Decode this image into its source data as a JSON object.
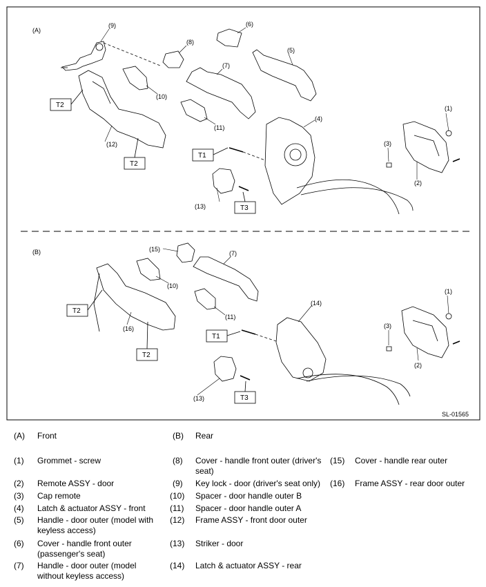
{
  "sections": {
    "front": "(A)",
    "rear": "(B)"
  },
  "figure_id": "SL-01565",
  "torque_tags": {
    "t1": "T1",
    "t2": "T2",
    "t3": "T3"
  },
  "callouts": {
    "c1": "(1)",
    "c2": "(2)",
    "c3": "(3)",
    "c4": "(4)",
    "c5": "(5)",
    "c6": "(6)",
    "c7": "(7)",
    "c8": "(8)",
    "c9": "(9)",
    "c10": "(10)",
    "c11": "(11)",
    "c12": "(12)",
    "c13": "(13)",
    "c14": "(14)",
    "c15": "(15)",
    "c16": "(16)"
  },
  "legend": [
    {
      "key": "(A)",
      "text": "Front"
    },
    {
      "key": "(B)",
      "text": "Rear"
    },
    {
      "key": "(1)",
      "text": "Grommet - screw"
    },
    {
      "key": "(2)",
      "text": "Remote ASSY - door"
    },
    {
      "key": "(3)",
      "text": "Cap remote"
    },
    {
      "key": "(4)",
      "text": "Latch & actuator ASSY - front"
    },
    {
      "key": "(5)",
      "text": "Handle - door outer (model with keyless access)"
    },
    {
      "key": "(6)",
      "text": "Cover - handle front outer (passenger's seat)"
    },
    {
      "key": "(7)",
      "text": "Handle - door outer (model without keyless access)"
    },
    {
      "key": "(8)",
      "text": "Cover - handle front outer (driver's seat)"
    },
    {
      "key": "(9)",
      "text": "Key lock - door (driver's seat only)"
    },
    {
      "key": "(10)",
      "text": "Spacer - door handle outer B"
    },
    {
      "key": "(11)",
      "text": "Spacer - door handle outer A"
    },
    {
      "key": "(12)",
      "text": "Frame ASSY - front door outer"
    },
    {
      "key": "(13)",
      "text": "Striker - door"
    },
    {
      "key": "(14)",
      "text": "Latch & actuator ASSY - rear"
    },
    {
      "key": "(15)",
      "text": "Cover - handle rear outer"
    },
    {
      "key": "(16)",
      "text": "Frame ASSY - rear door outer"
    }
  ]
}
